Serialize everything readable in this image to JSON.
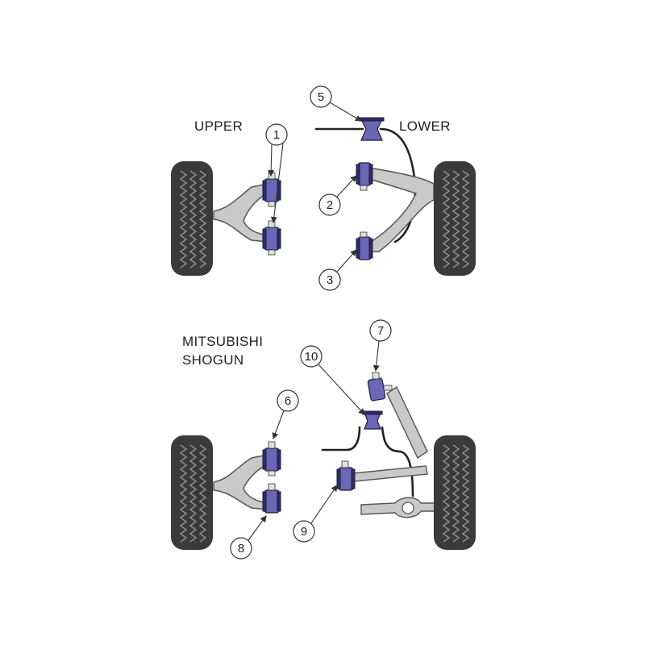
{
  "labels": {
    "upper": "UPPER",
    "lower": "LOWER",
    "vehicle_line1": "MITSUBISHI",
    "vehicle_line2": "SHOGUN"
  },
  "callouts": [
    "1",
    "2",
    "3",
    "5",
    "6",
    "7",
    "8",
    "9",
    "10"
  ],
  "colors": {
    "bush": "#6a67b7",
    "bush_dark": "#2e2b6a",
    "arm": "#c9c9c9",
    "tire": "#3a3a3a"
  }
}
